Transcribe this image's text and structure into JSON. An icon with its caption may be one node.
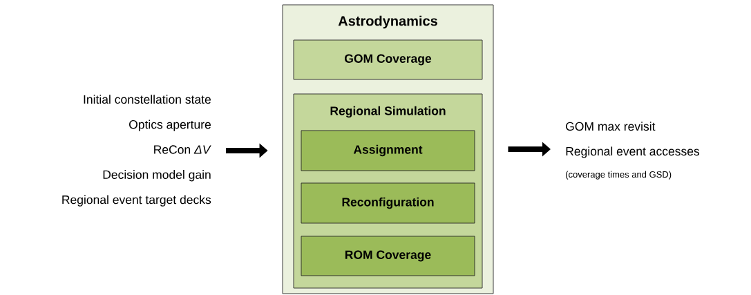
{
  "diagram": {
    "nodes": [
      {
        "text": [
          "Initial constellation state",
          "Optics aperture",
          "ReCon *ΔV*",
          "Decision model gain",
          "Regional event target decks"
        ]
      },
      {
        "text": [
          "Astrodynamics"
        ]
      },
      {
        "text": [
          "GOM Coverage"
        ],
        "in": 1
      },
      {
        "text": [
          "Regional Simulation"
        ],
        "in": 1
      },
      {
        "text": [
          "Assignment"
        ],
        "in": 3
      },
      {
        "text": [
          "Reconfiguration"
        ],
        "in": 3
      },
      {
        "text": [
          "ROM Coverage"
        ],
        "in": 3
      },
      {
        "text": [
          "GOM max revisit",
          "Regional event accesses",
          "(coverage times and GSD)"
        ]
      }
    ],
    "edges": [
      {
        "from": 0,
        "to": 1,
        "arrow": "to"
      },
      {
        "from": 1,
        "to": 7,
        "arrow": "to"
      }
    ]
  }
}
